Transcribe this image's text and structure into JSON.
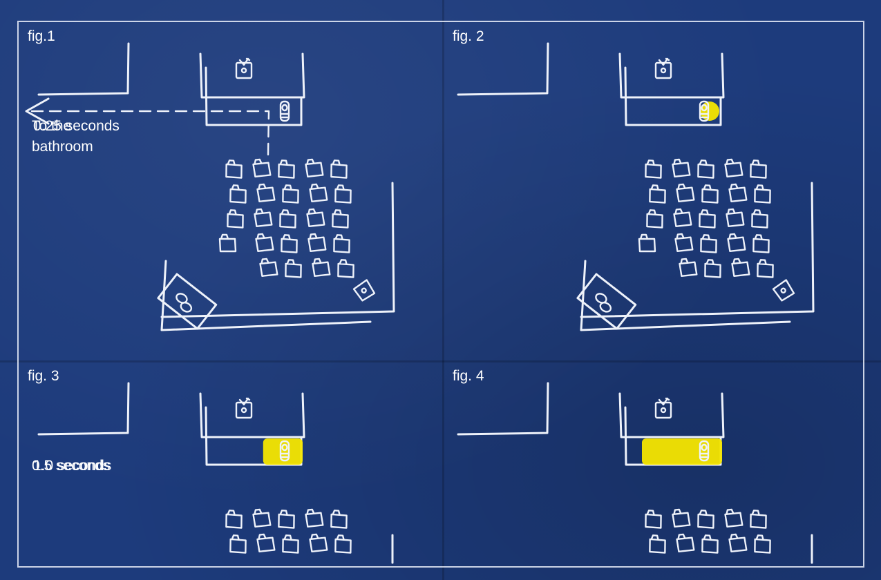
{
  "figures": [
    {
      "label": "fig.1",
      "caption": "To the\nbathroom"
    },
    {
      "label": "fig. 2",
      "caption": "0.25 seconds",
      "glow": 0.05
    },
    {
      "label": "fig. 3",
      "caption": "0.5 seconds",
      "glow": 0.4
    },
    {
      "label": "fig. 4",
      "caption": "1.0 seconds",
      "glow": 1.0
    }
  ],
  "colors": {
    "background": "#1d3b7c",
    "chalk": "#eef2fa",
    "highlight": "#f5e600"
  },
  "icons": [
    "desk-icon",
    "teacher-desk-icon",
    "sink-icon",
    "toilet-icon",
    "trash-can-icon",
    "arrow-left-icon",
    "shoes-icon"
  ]
}
